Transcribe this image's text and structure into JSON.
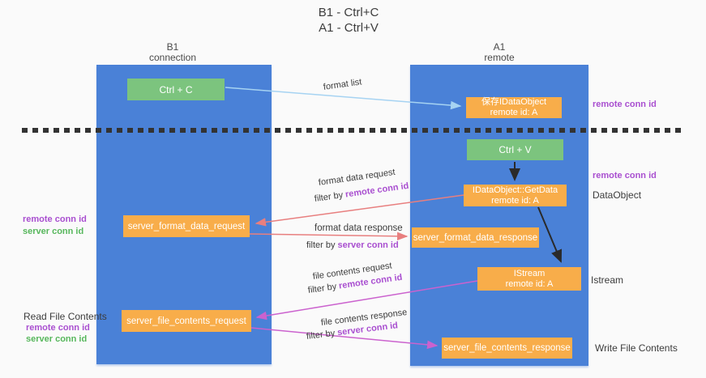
{
  "title": {
    "line1": "B1 - Ctrl+C",
    "line2": "A1 - Ctrl+V"
  },
  "columns": {
    "b1": {
      "name": "B1",
      "role": "connection"
    },
    "a1": {
      "name": "A1",
      "role": "remote"
    }
  },
  "boxes": {
    "ctrl_c": "Ctrl + C",
    "ctrl_v": "Ctrl + V",
    "save_idataobject": {
      "line1": "保存IDataObject",
      "line2": "remote id: A"
    },
    "getdata": {
      "line1": "IDataObject::GetData",
      "line2": "remote id: A"
    },
    "istream": {
      "line1": "IStream",
      "line2": "remote id: A"
    },
    "server_format_data_request": "server_format_data_request",
    "server_format_data_response": "server_format_data_response",
    "server_file_contents_request": "server_file_contents_request",
    "server_file_contents_response": "server_file_contents_response"
  },
  "shared": {
    "remote_conn_id": "remote conn id",
    "server_conn_id": "server conn id",
    "filter_by": "filter by "
  },
  "side_labels": {
    "read_file_contents": "Read File Contents",
    "write_file_contents": "Write File Contents",
    "dataobject": "DataObject",
    "istream": "Istream"
  },
  "flow_labels": {
    "format_list": "format list",
    "format_data_request": "format data request",
    "format_data_response": "format data response",
    "file_contents_request": "file contents request",
    "file_contents_response": "file contents response"
  },
  "colors": {
    "column_blue": "#4a81d7",
    "box_orange": "#f8ad4a",
    "box_green": "#7cc47e",
    "arrow_light_blue": "#a6d3f2",
    "arrow_red": "#e87f7f",
    "arrow_magenta": "#cb62ce",
    "arrow_black": "#2a2a2a",
    "text_purple": "#a94fd0",
    "text_green": "#57b75c",
    "background": "#fafafa"
  }
}
